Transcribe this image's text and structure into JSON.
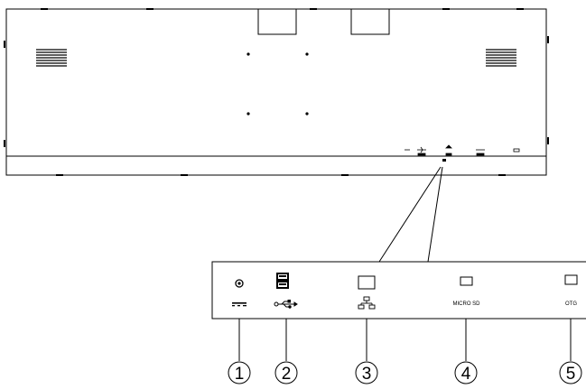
{
  "panel": {
    "microsd_label": "MICRO SD",
    "otg_label": "OTG"
  },
  "callouts": [
    {
      "number": "1",
      "target": "dc-power-jack"
    },
    {
      "number": "2",
      "target": "usb-ports"
    },
    {
      "number": "3",
      "target": "ethernet-port"
    },
    {
      "number": "4",
      "target": "micro-sd-slot"
    },
    {
      "number": "5",
      "target": "otg-port"
    }
  ],
  "icons": [
    "dc-power-icon",
    "usb-icon",
    "network-icon"
  ],
  "colors": {
    "line": "#000000",
    "background": "#ffffff"
  }
}
